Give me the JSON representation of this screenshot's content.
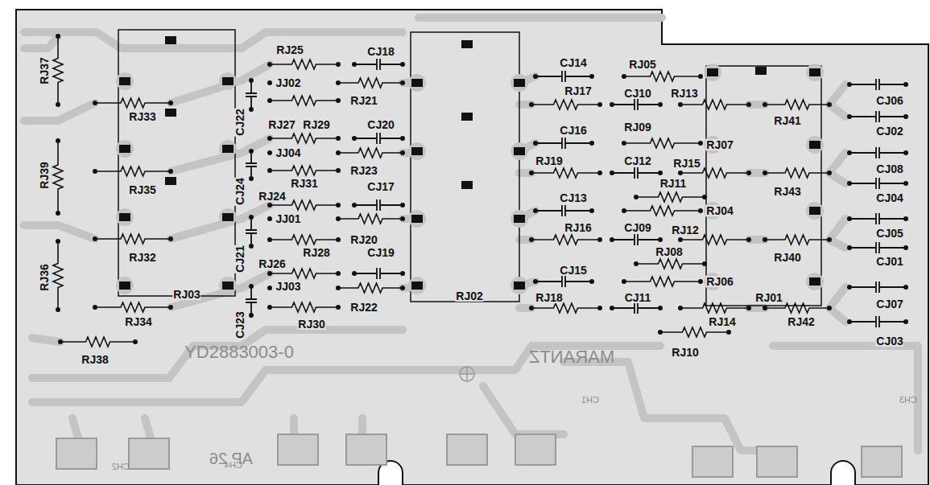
{
  "diagram": {
    "labels": [
      "RJ37",
      "RJ33",
      "RJ39",
      "RJ35",
      "RJ32",
      "RJ36",
      "RJ03",
      "RJ34",
      "RJ38",
      "RJ25",
      "CJ18",
      "JJ02",
      "RJ21",
      "CJ22",
      "RJ27",
      "RJ29",
      "CJ20",
      "JJ04",
      "RJ23",
      "CJ24",
      "RJ31",
      "CJ17",
      "RJ24",
      "JJ01",
      "RJ20",
      "RJ28",
      "CJ19",
      "CJ21",
      "RJ26",
      "JJ03",
      "RJ22",
      "CJ23",
      "RJ30",
      "RJ02",
      "CJ14",
      "RJ05",
      "RJ17",
      "CJ10",
      "RJ13",
      "RJ41",
      "CJ06",
      "CJ16",
      "RJ09",
      "CJ02",
      "RJ07",
      "RJ19",
      "CJ12",
      "RJ15",
      "RJ11",
      "RJ43",
      "CJ08",
      "CJ04",
      "CJ13",
      "RJ04",
      "RJ16",
      "CJ09",
      "RJ12",
      "RJ08",
      "RJ40",
      "CJ05",
      "CJ01",
      "CJ15",
      "RJ06",
      "RJ18",
      "CJ11",
      "RJ01",
      "RJ14",
      "RJ42",
      "CJ07",
      "CJ03",
      "RJ10",
      "YD2883003-0",
      "MARANTZ",
      "CH1",
      "CH3",
      "AP 26",
      "CH2",
      "CH4"
    ]
  }
}
